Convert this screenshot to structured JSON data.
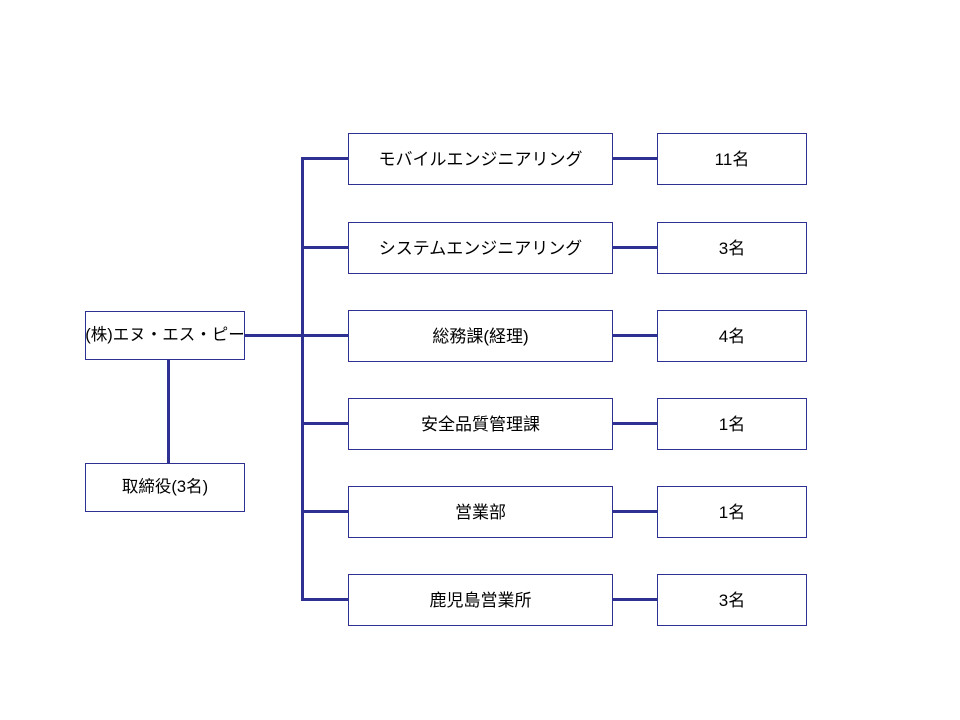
{
  "chart": {
    "title": "",
    "line_color": "#2E3192",
    "text_color": "#000000",
    "background": "#FFFFFF",
    "root": {
      "label": "(株)エヌ・エス・ピー"
    },
    "director": {
      "label": "取締役(3名)"
    },
    "departments": [
      {
        "label": "モバイルエンジニアリング",
        "headcount": "11名"
      },
      {
        "label": "システムエンジニアリング",
        "headcount": "3名"
      },
      {
        "label": "総務課(経理)",
        "headcount": "4名"
      },
      {
        "label": "安全品質管理課",
        "headcount": "1名"
      },
      {
        "label": "営業部",
        "headcount": "1名"
      },
      {
        "label": "鹿児島営業所",
        "headcount": "3名"
      }
    ]
  }
}
